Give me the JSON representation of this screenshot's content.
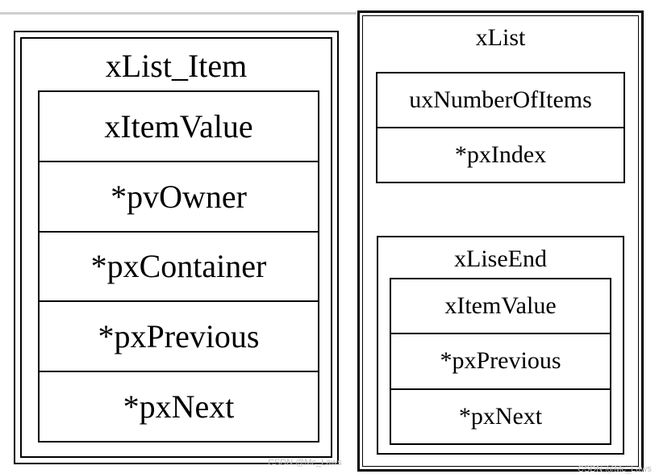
{
  "left_struct": {
    "title": "xList_Item",
    "fields": [
      "xItemValue",
      "*pvOwner",
      "*pxContainer",
      "*pxPrevious",
      "*pxNext"
    ]
  },
  "right_struct": {
    "title": "xList",
    "fields": [
      "uxNumberOfItems",
      "*pxIndex"
    ],
    "end_marker": {
      "title": "xLiseEnd",
      "fields": [
        "xItemValue",
        "*pxPrevious",
        "*pxNext"
      ]
    }
  },
  "watermarks": {
    "left": "CSDN @Mc_Laws",
    "right": "CSDN @Mc_Laws"
  }
}
